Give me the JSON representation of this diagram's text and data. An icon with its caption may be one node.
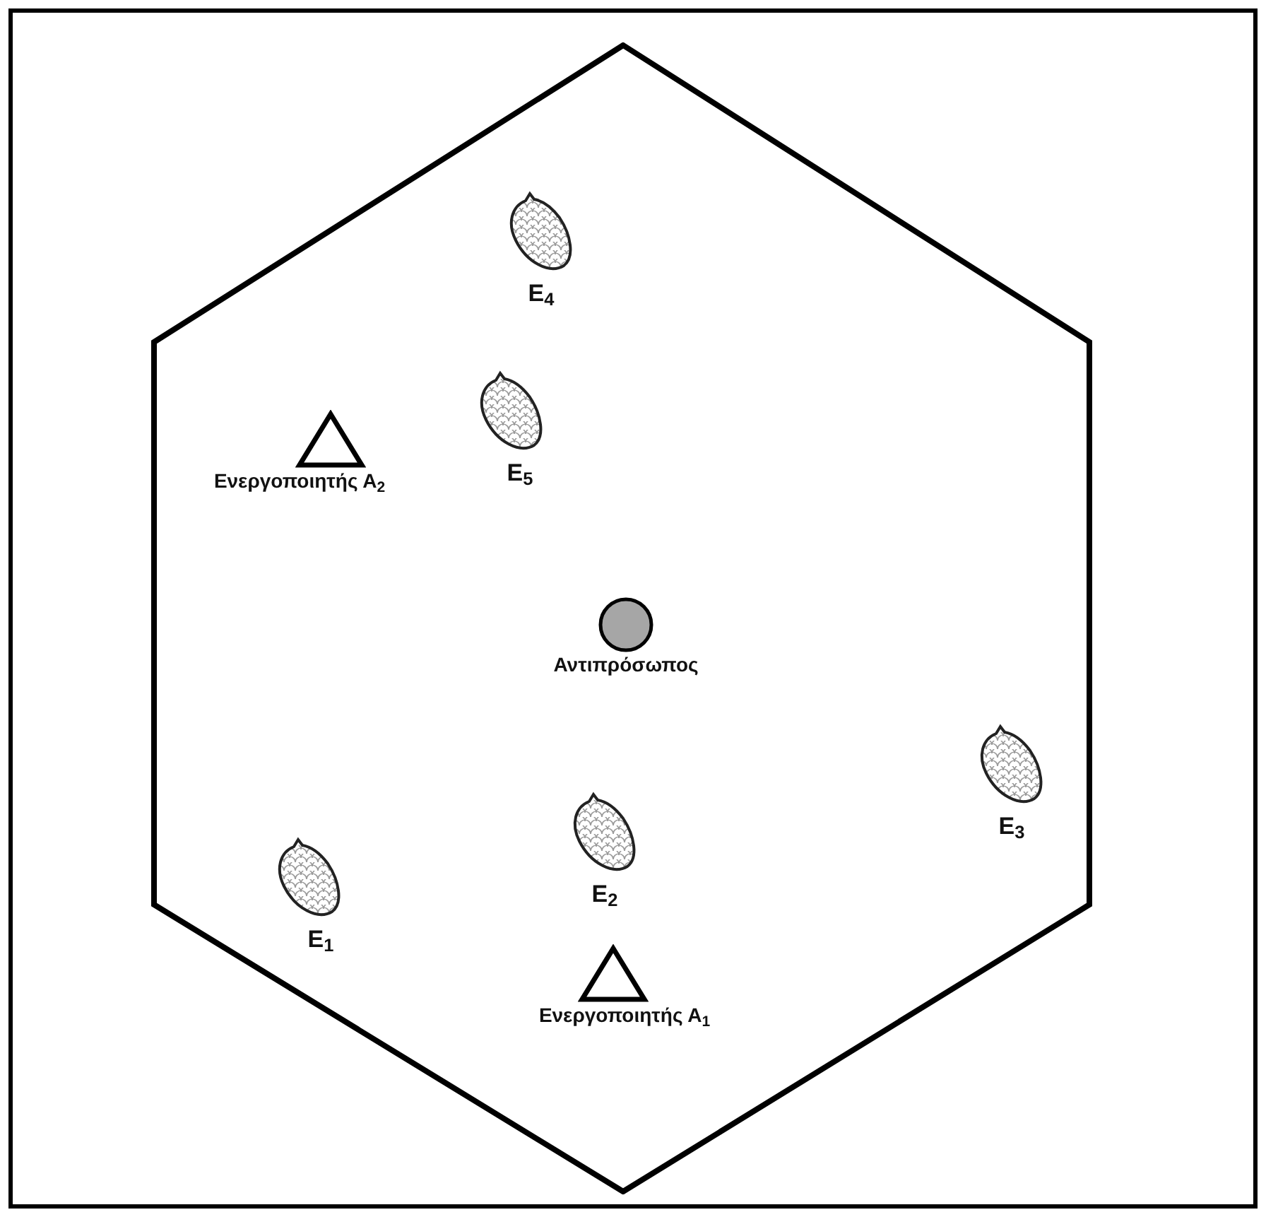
{
  "diagram": {
    "nodes": [
      {
        "text": [],
        "shape": "hexagon"
      },
      {
        "text": [
          "Ε$_{4}$"
        ],
        "in": 0
      },
      {
        "text": [
          "Ε$_{5}$"
        ],
        "in": 0
      },
      {
        "text": [
          "Ενεργοποιητής Α$_{2}$"
        ],
        "in": 0
      },
      {
        "text": [
          "Αντιπρόσωπος"
        ],
        "in": 0
      },
      {
        "text": [
          "Ε$_{3}$"
        ],
        "in": 0
      },
      {
        "text": [
          "Ε$_{2}$"
        ],
        "in": 0
      },
      {
        "text": [
          "Ε$_{1}$"
        ],
        "in": 0
      },
      {
        "text": [
          "Ενεργοποιητής Α$_{1}$"
        ],
        "in": 0
      }
    ]
  }
}
